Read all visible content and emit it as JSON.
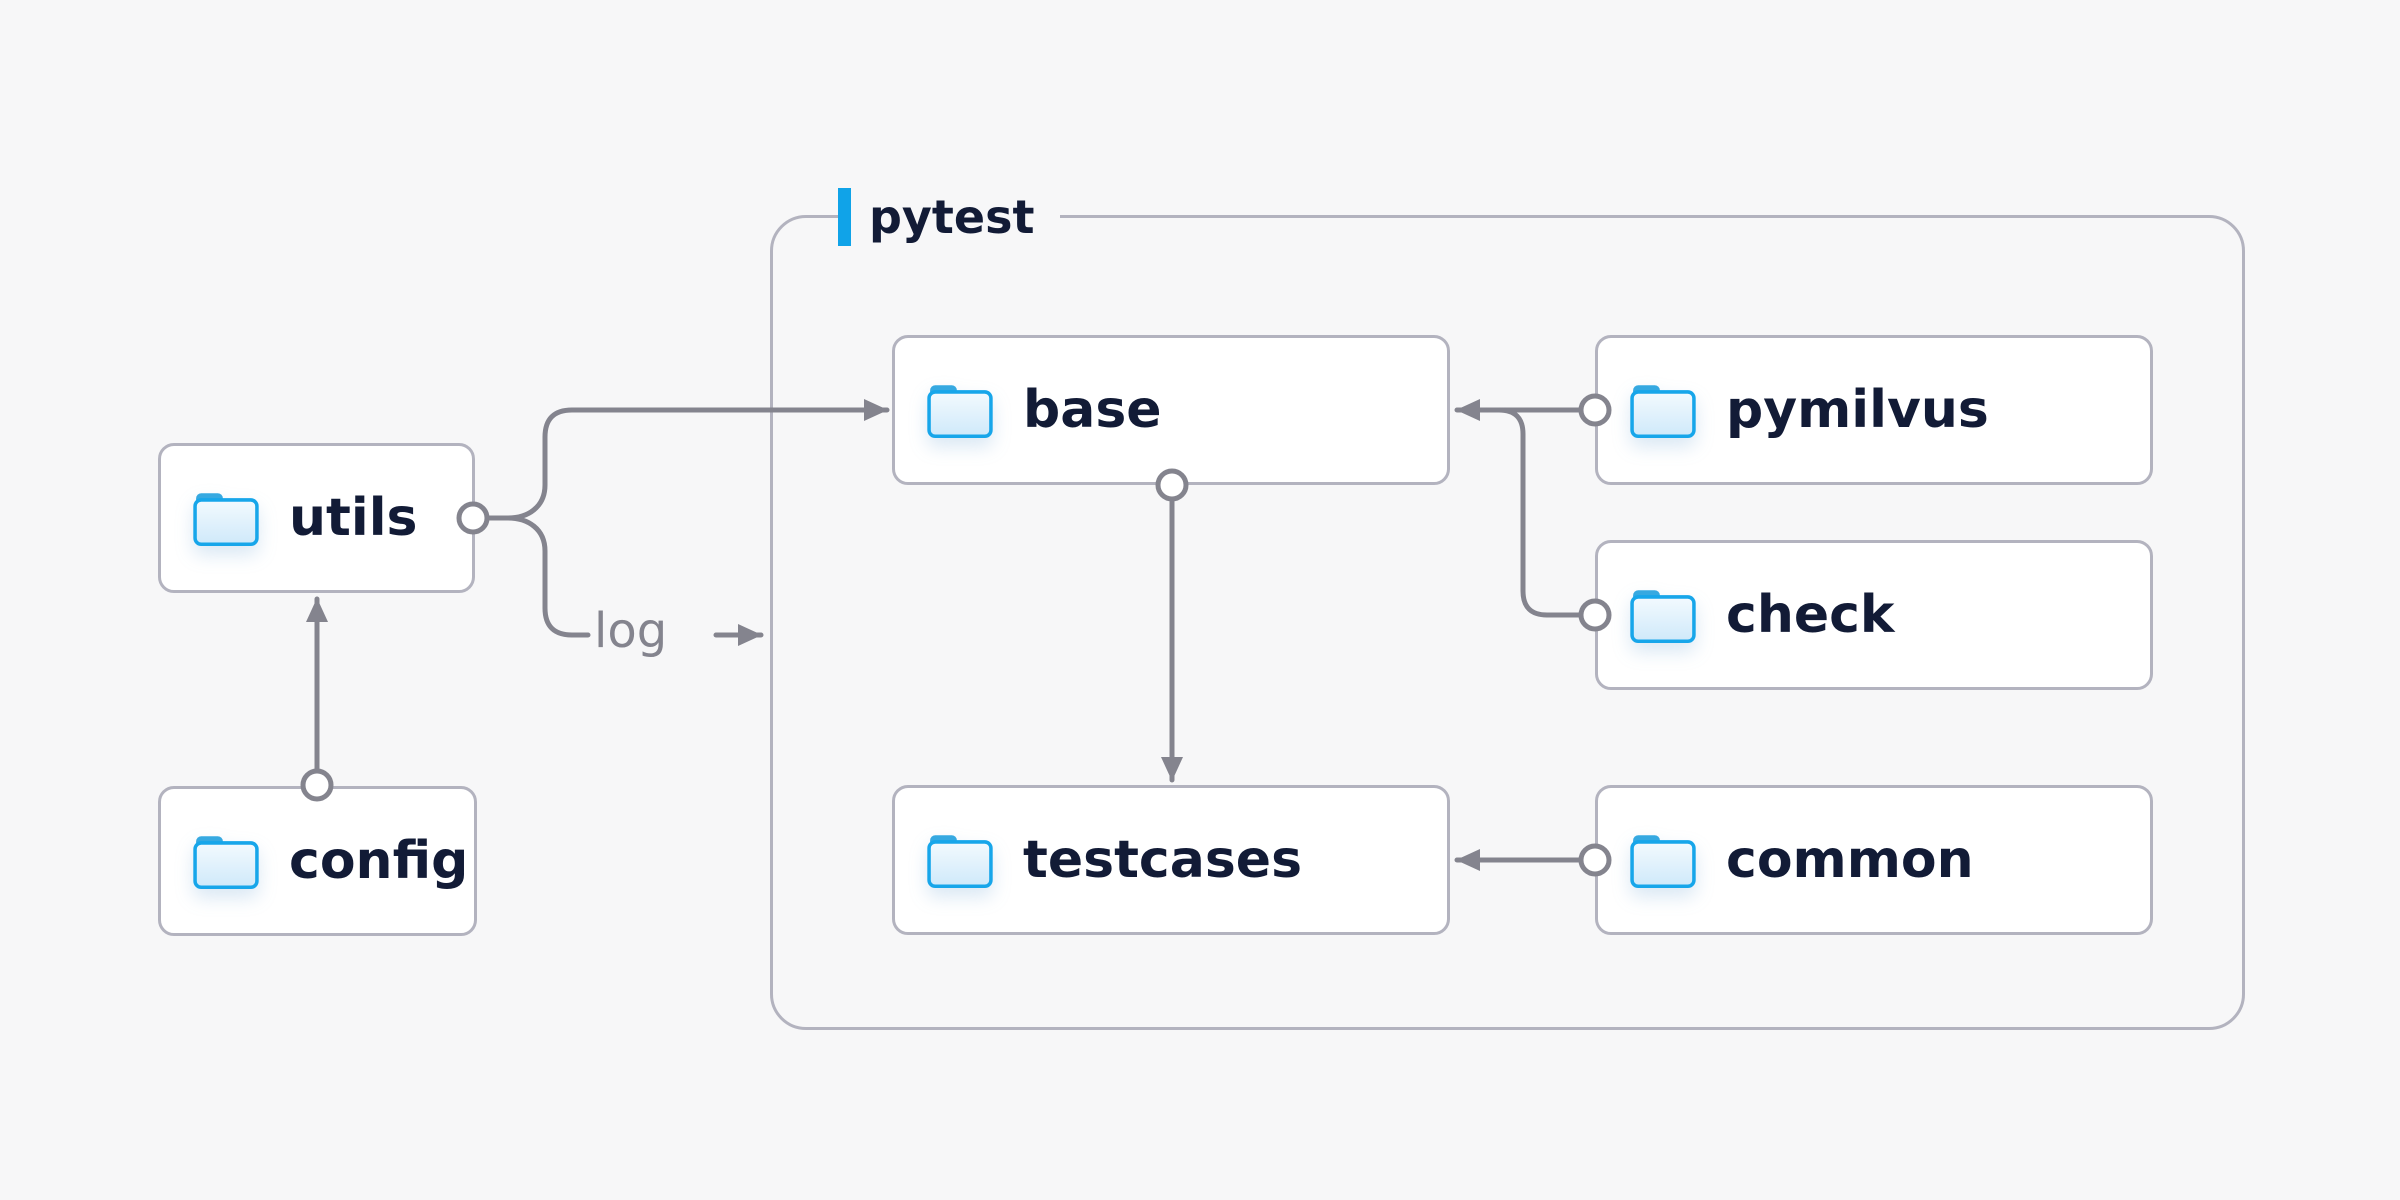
{
  "diagram": {
    "container": {
      "label": "pytest"
    },
    "nodes": {
      "utils": {
        "label": "utils"
      },
      "config": {
        "label": "config"
      },
      "base": {
        "label": "base"
      },
      "testcases": {
        "label": "testcases"
      },
      "pymilvus": {
        "label": "pymilvus"
      },
      "check": {
        "label": "check"
      },
      "common": {
        "label": "common"
      }
    },
    "edge_labels": {
      "log": "log"
    },
    "edges": [
      {
        "from": "config",
        "to": "utils"
      },
      {
        "from": "utils",
        "to": "base"
      },
      {
        "from": "utils",
        "to": "log"
      },
      {
        "from": "base",
        "to": "testcases"
      },
      {
        "from": "pymilvus",
        "to": "base"
      },
      {
        "from": "check",
        "to": "base"
      },
      {
        "from": "common",
        "to": "testcases"
      }
    ],
    "colors": {
      "background": "#f7f7f8",
      "node_fill": "#ffffff",
      "node_border": "#b3b3bf",
      "connector": "#84848e",
      "accent_blue": "#10a3e8",
      "folder_blue": "#17a6ea",
      "label_text": "#121b36",
      "edge_label_text": "#84848e"
    }
  }
}
